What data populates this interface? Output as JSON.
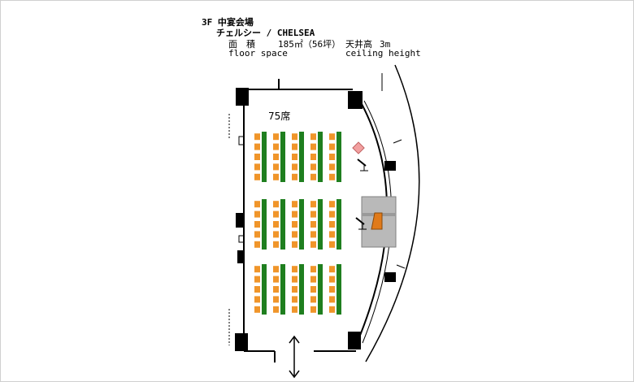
{
  "header": {
    "floor": "3F 中宴会場",
    "room_name": "チェルシー / CHELSEA",
    "area_label": "面　積",
    "area_value": "185㎡（56坪）",
    "area_label_en": "floor space",
    "ceiling_label": "天井高",
    "ceiling_value": "3m",
    "ceiling_label_en": "ceiling height"
  },
  "layout": {
    "seat_count": "75席",
    "table_blocks": 3,
    "tables_per_block": 5,
    "seats_per_table": 5,
    "colors": {
      "table": "#1f7f1f",
      "chair": "#f0952a",
      "wall": "#000000",
      "stage": "#b9b9b9",
      "lectern": "#e07a1a",
      "flower": "#f2a0a0"
    }
  }
}
